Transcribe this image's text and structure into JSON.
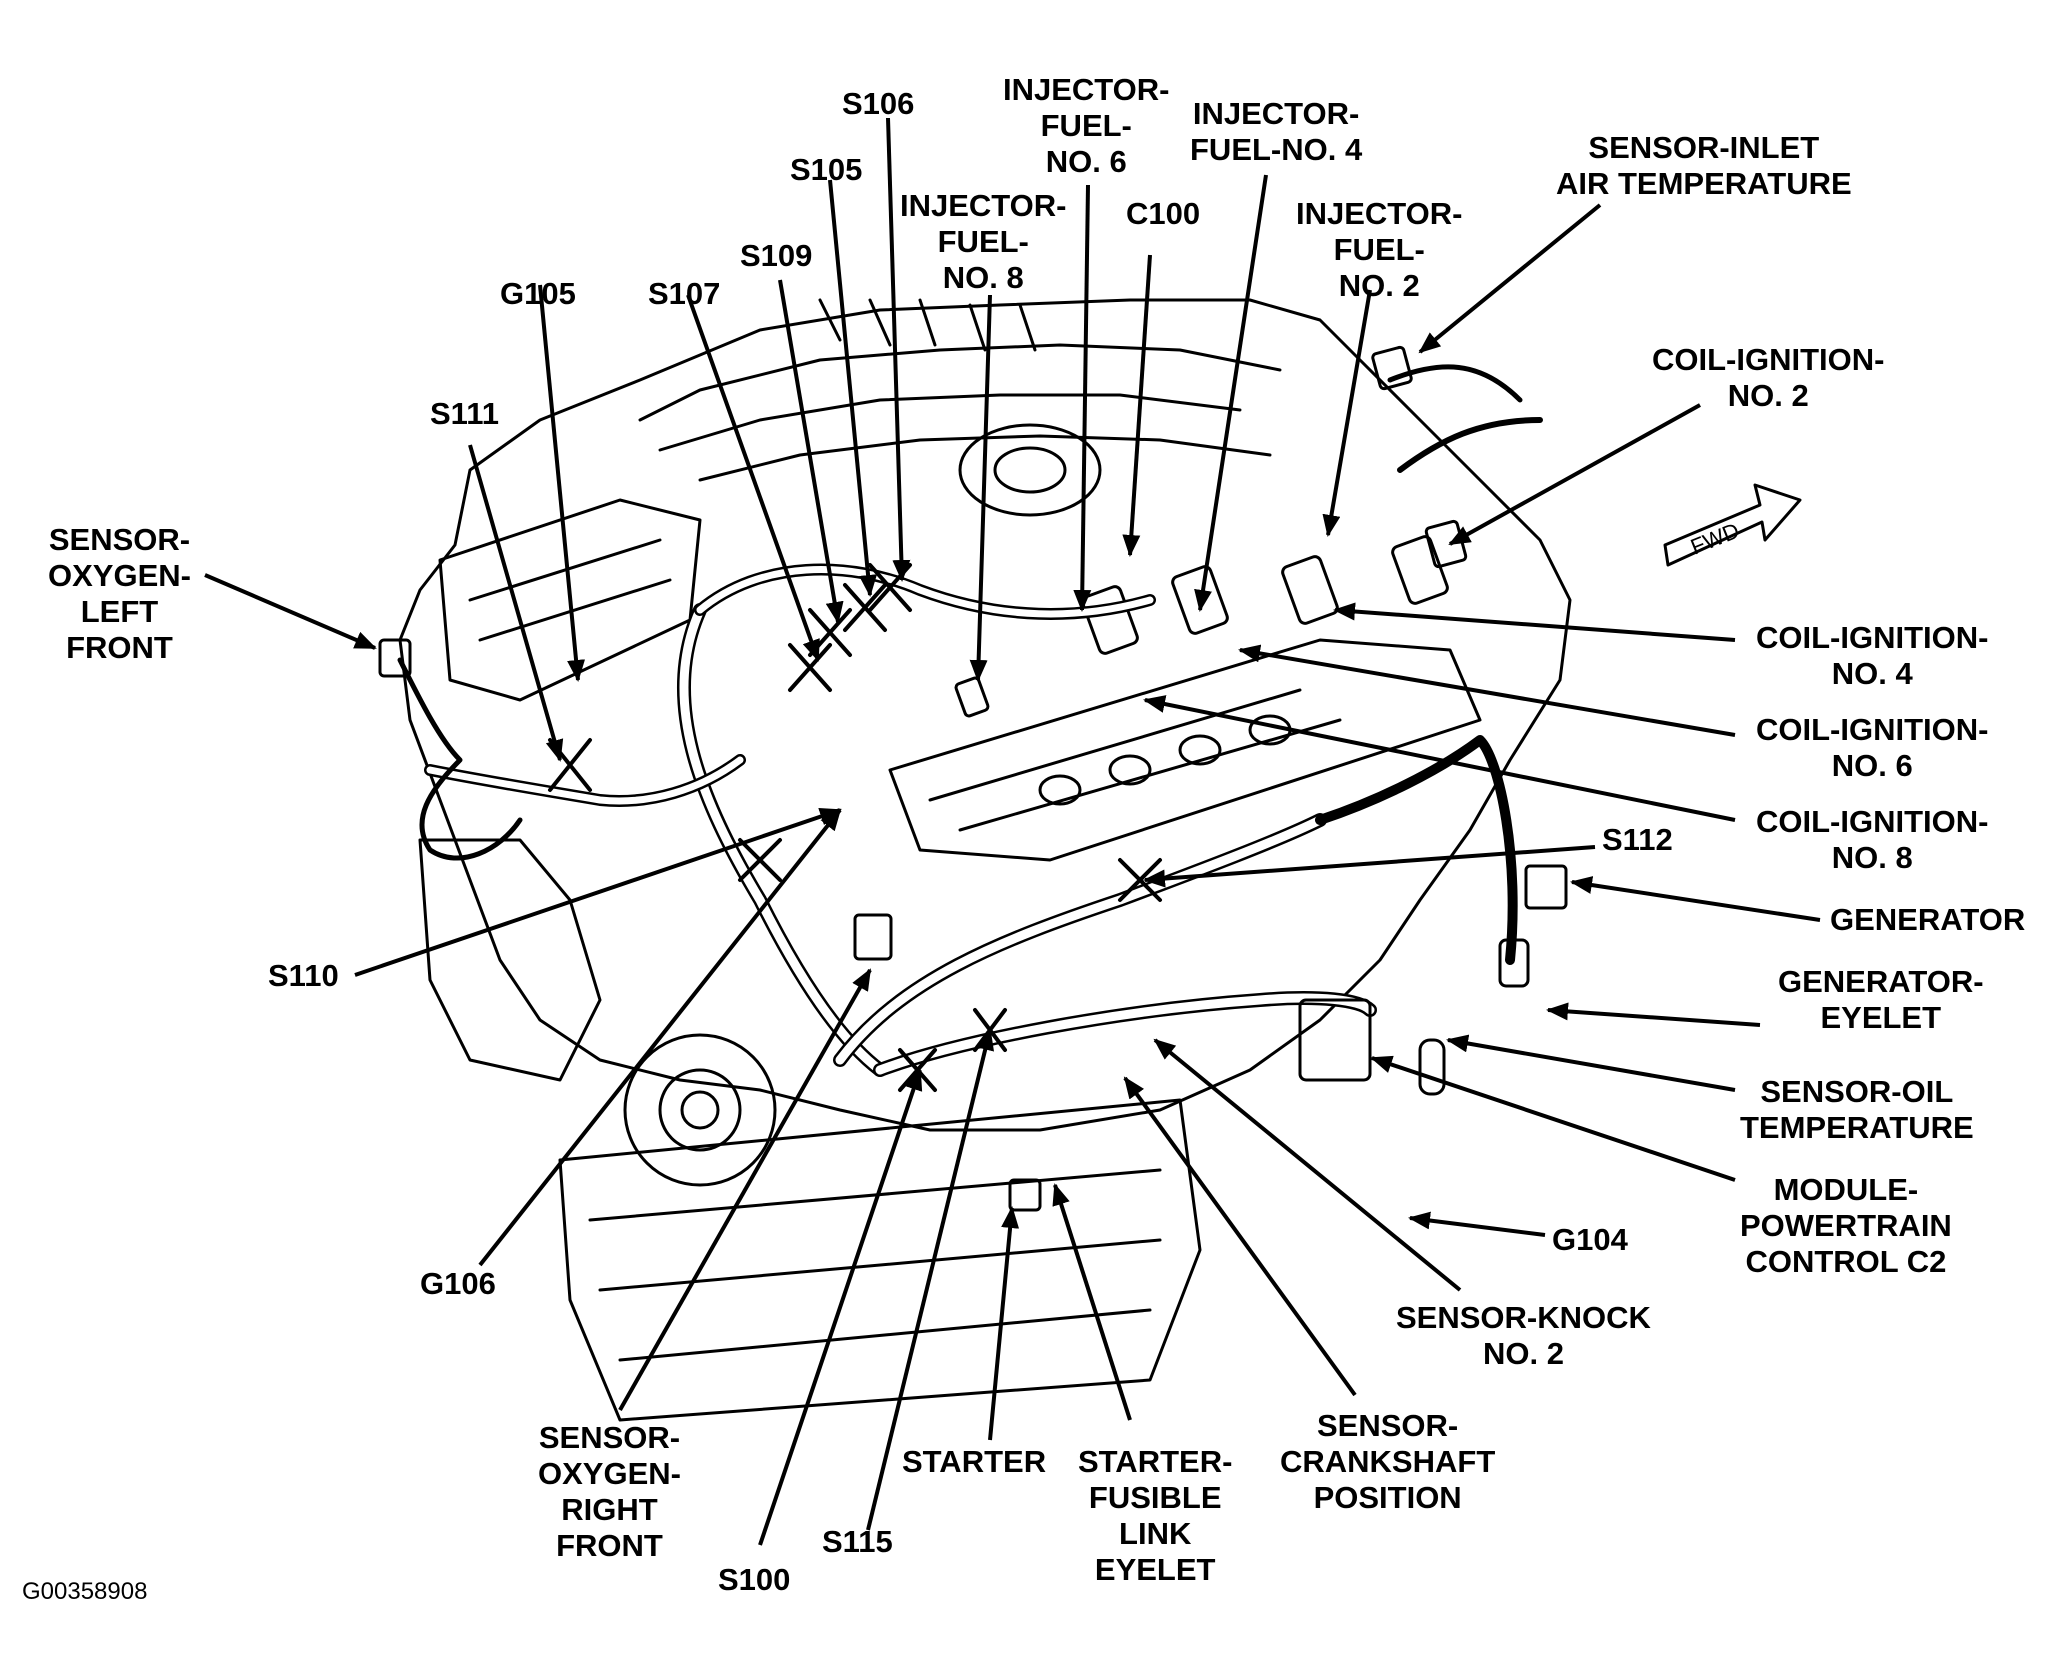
{
  "figure_id": "G00358908",
  "fwd_label": "FWD",
  "labels": {
    "s106": "S106",
    "s105": "S105",
    "s109": "S109",
    "s107": "S107",
    "g105": "G105",
    "s111": "S111",
    "injector_fuel_no6": [
      "INJECTOR-",
      "FUEL-",
      "NO. 6"
    ],
    "injector_fuel_no4": [
      "INJECTOR-",
      "FUEL-NO. 4"
    ],
    "injector_fuel_no8": [
      "INJECTOR-",
      "FUEL-",
      "NO. 8"
    ],
    "c100": "C100",
    "injector_fuel_no2": [
      "INJECTOR-",
      "FUEL-",
      "NO. 2"
    ],
    "sensor_inlet_air_temp": [
      "SENSOR-INLET",
      "AIR TEMPERATURE"
    ],
    "coil_ignition_no2": [
      "COIL-IGNITION-",
      "NO. 2"
    ],
    "sensor_oxygen_left_front": [
      "SENSOR-",
      "OXYGEN-",
      "LEFT",
      "FRONT"
    ],
    "coil_ignition_no4": [
      "COIL-IGNITION-",
      "NO. 4"
    ],
    "coil_ignition_no6": [
      "COIL-IGNITION-",
      "NO. 6"
    ],
    "coil_ignition_no8": [
      "COIL-IGNITION-",
      "NO. 8"
    ],
    "s112": "S112",
    "generator": "GENERATOR",
    "generator_eyelet": [
      "GENERATOR-",
      "EYELET"
    ],
    "sensor_oil_temperature": [
      "SENSOR-OIL",
      "TEMPERATURE"
    ],
    "module_powertrain_control_c2": [
      "MODULE-",
      "POWERTRAIN",
      "CONTROL C2"
    ],
    "s110": "S110",
    "g104": "G104",
    "g106": "G106",
    "sensor_knock_no2": [
      "SENSOR-KNOCK",
      "NO. 2"
    ],
    "sensor_oxygen_right_front": [
      "SENSOR-",
      "OXYGEN-",
      "RIGHT",
      "FRONT"
    ],
    "starter": "STARTER",
    "starter_fusible_link_eyelet": [
      "STARTER-",
      "FUSIBLE",
      "LINK",
      "EYELET"
    ],
    "sensor_crankshaft_position": [
      "SENSOR-",
      "CRANKSHAFT",
      "POSITION"
    ],
    "s115": "S115",
    "s100": "S100"
  }
}
